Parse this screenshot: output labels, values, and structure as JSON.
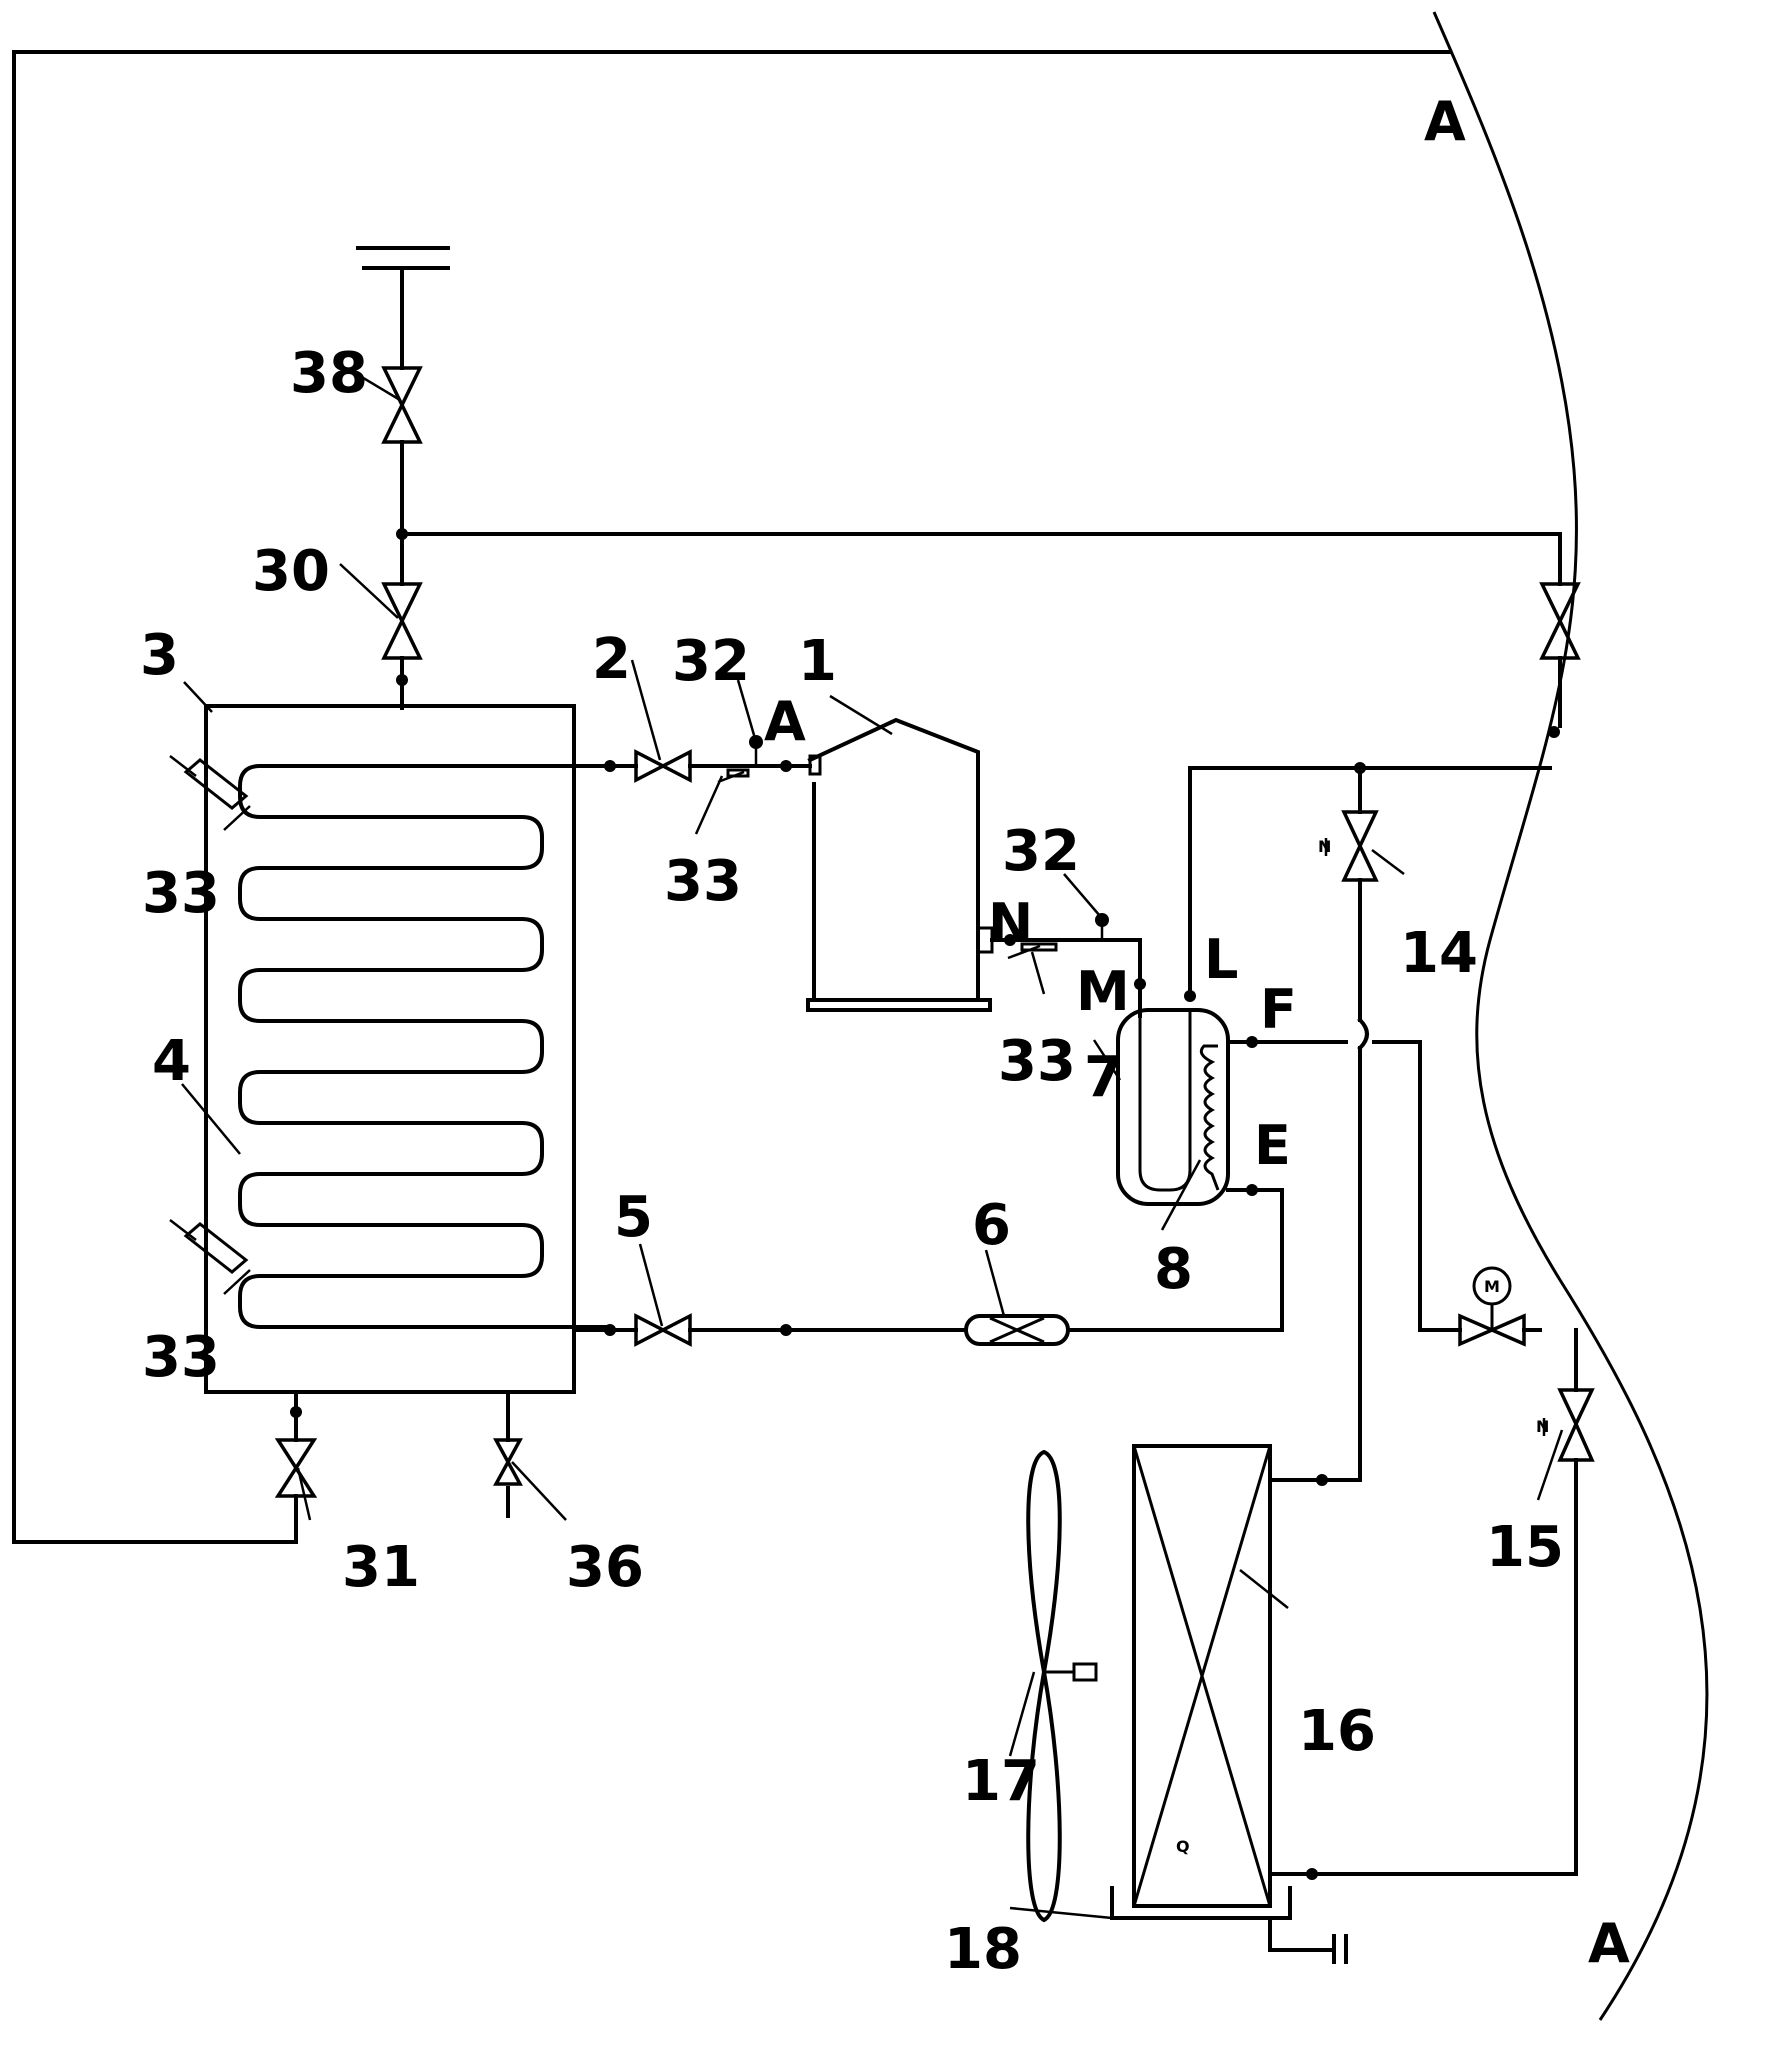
{
  "labels": {
    "l1": "1",
    "l2": "2",
    "l3": "3",
    "l4": "4",
    "l5": "5",
    "l6": "6",
    "l7": "7",
    "l8": "8",
    "l14": "14",
    "l15": "15",
    "l16": "16",
    "l17": "17",
    "l18": "18",
    "l30": "30",
    "l31": "31",
    "l36": "36",
    "l38": "38",
    "l32a": "32",
    "l32b": "32",
    "l33a": "33",
    "l33b": "33",
    "l33c": "33",
    "l33d": "33"
  },
  "points": {
    "A_top": "A",
    "A_comp": "A",
    "A_bottom": "A",
    "N": "N",
    "M": "M",
    "L": "L",
    "F": "F",
    "E": "E"
  },
  "symbols": {
    "valve_n": "N",
    "valve_m": "M",
    "fan_q": "Q"
  }
}
